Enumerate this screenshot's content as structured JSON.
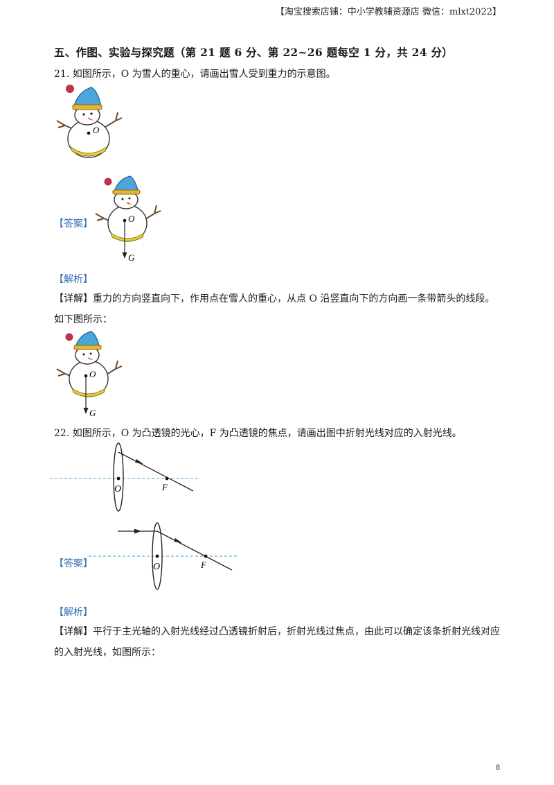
{
  "header": "【淘宝搜索店铺：中小学教辅资源店  微信：mlxt2022】",
  "section_title": "五、作图、实验与探究题（第 21 题 6 分、第 22~26 题每空 1 分，共 24 分）",
  "q21": {
    "stem": "21. 如图所示，O 为雪人的重心，请画出雪人受到重力的示意图。",
    "answer_tag": "【答案】",
    "analysis_tag": "【解析】",
    "detail": "【详解】重力的方向竖直向下，作用点在雪人的重心，从点 O 沿竖直向下的方向画一条带箭头的线段。如下图所示：",
    "label_O": "O",
    "label_G": "G"
  },
  "q22": {
    "stem": "22. 如图所示，O 为凸透镜的光心，F 为凸透镜的焦点，请画出图中折射光线对应的入射光线。",
    "answer_tag": "【答案】",
    "analysis_tag": "【解析】",
    "detail": "【详解】平行于主光轴的入射光线经过凸透镜折射后，折射光线过焦点，由此可以确定该条折射光线对应的入射光线，如图所示：",
    "label_O": "O",
    "label_F": "F"
  },
  "page_number": "8",
  "colors": {
    "tag_blue": "#2f6db5",
    "hat_blue": "#4aa6dc",
    "hat_band": "#e8b531",
    "pompom": "#c0344b",
    "base_yellow": "#e5d23b",
    "axis_dash": "#4a9fd8"
  }
}
